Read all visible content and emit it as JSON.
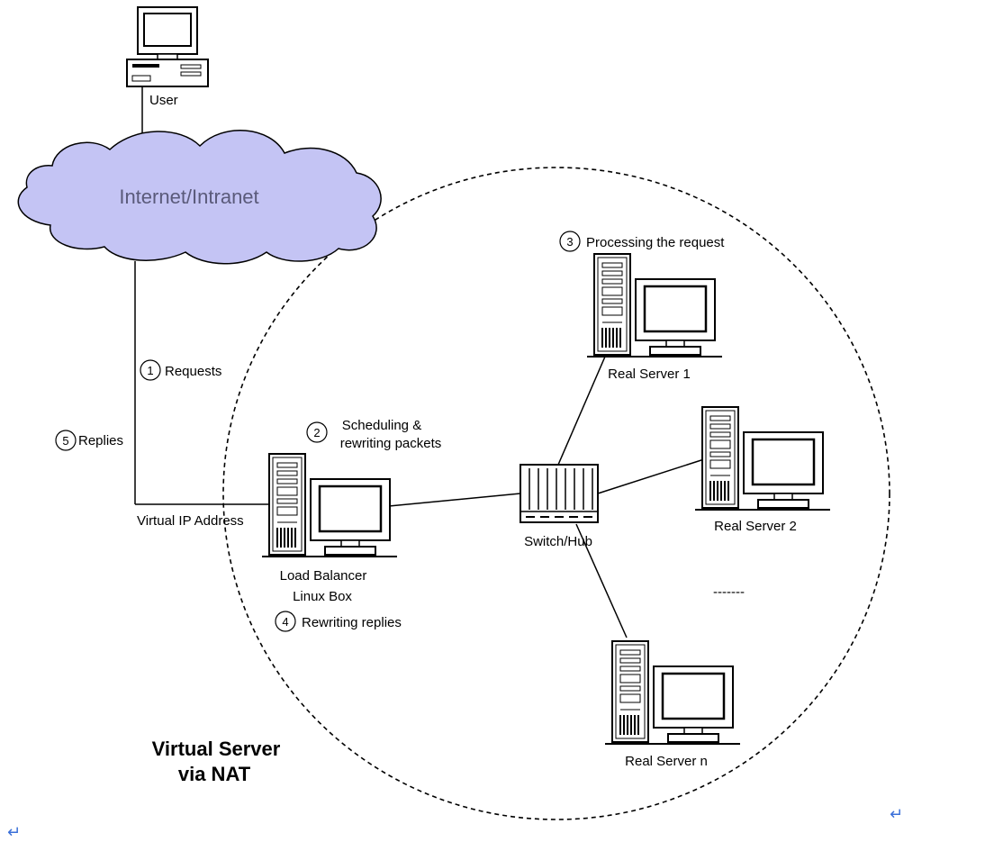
{
  "cloud_label": "Internet/Intranet",
  "user_label": "User",
  "virtual_ip_label": "Virtual IP Address",
  "load_balancer": {
    "line1": "Load Balancer",
    "line2": "Linux Box"
  },
  "switch_label": "Switch/Hub",
  "real_servers": [
    "Real Server 1",
    "Real Server 2",
    "Real Server n"
  ],
  "steps": [
    {
      "num": "1",
      "text": "Requests"
    },
    {
      "num": "2",
      "line1": "Scheduling &",
      "line2": "rewriting packets"
    },
    {
      "num": "3",
      "text": "Processing the request"
    },
    {
      "num": "4",
      "text": "Rewriting replies"
    },
    {
      "num": "5",
      "text": "Replies"
    }
  ],
  "title": {
    "line1": "Virtual Server",
    "line2": "via NAT"
  },
  "ellipsis": "-------",
  "paragraph_mark": "↵",
  "icons": [
    "desktop-computer-icon",
    "tower-server-icon",
    "network-switch-icon",
    "cloud-icon"
  ],
  "colors": {
    "cloud_fill": "#c4c4f4",
    "line": "#000000",
    "paragraph_mark": "#3a6fd8"
  }
}
